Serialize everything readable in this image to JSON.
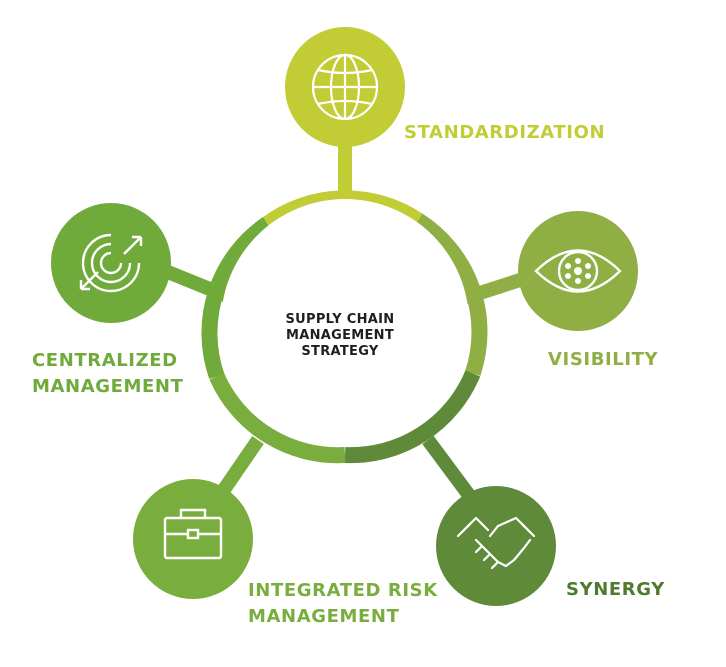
{
  "center": {
    "lines": [
      "SUPPLY CHAIN",
      "MANAGEMENT",
      "STRATEGY"
    ]
  },
  "nodes": {
    "standardization": {
      "lines": [
        "STANDARDIZATION"
      ],
      "color": "#c2cc34",
      "icon": "globe-icon"
    },
    "visibility": {
      "lines": [
        "VISIBILITY"
      ],
      "color": "#8fae44",
      "icon": "eye-icon"
    },
    "synergy": {
      "lines": [
        "SYNERGY"
      ],
      "color": "#5e8a3a",
      "icon": "handshake-icon"
    },
    "integrated_risk": {
      "lines": [
        "INTEGRATED RISK",
        "MANAGEMENT"
      ],
      "color": "#79ad3d",
      "icon": "briefcase-icon"
    },
    "centralized": {
      "lines": [
        "CENTRALIZED",
        "MANAGEMENT"
      ],
      "color": "#6faa3b",
      "icon": "target-arrows-icon"
    }
  }
}
